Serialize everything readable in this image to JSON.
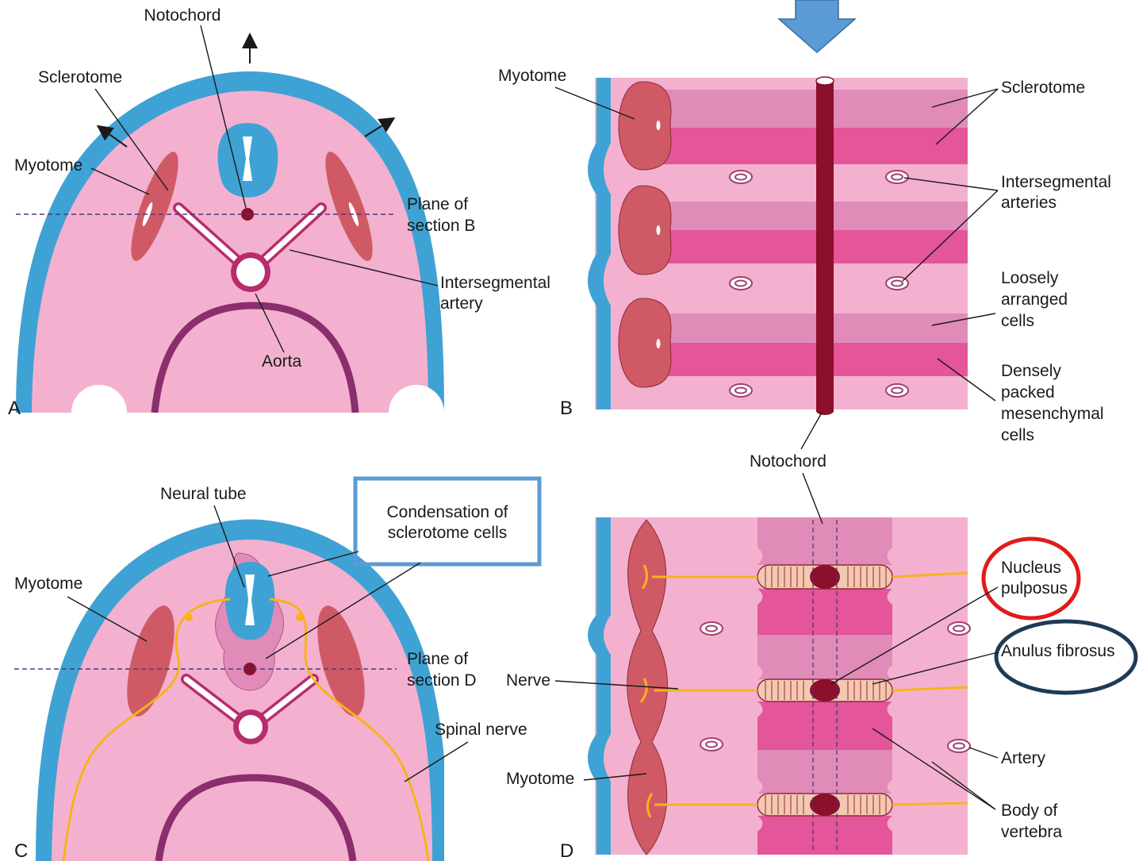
{
  "panels": {
    "a": {
      "letter": "A",
      "labels": {
        "notochord": "Notochord",
        "sclerotome": "Sclerotome",
        "myotome": "Myotome",
        "plane_1": "Plane of",
        "plane_2": "section B",
        "interseg_1": "Intersegmental",
        "interseg_2": "artery",
        "aorta": "Aorta"
      }
    },
    "b": {
      "letter": "B",
      "labels": {
        "myotome": "Myotome",
        "sclerotome": "Sclerotome",
        "interseg_1": "Intersegmental",
        "interseg_2": "arteries",
        "loose_1": "Loosely",
        "loose_2": "arranged",
        "loose_3": "cells",
        "dense_1": "Densely",
        "dense_2": "packed",
        "dense_3": "mesenchymal",
        "dense_4": "cells",
        "notochord": "Notochord"
      }
    },
    "c": {
      "letter": "C",
      "labels": {
        "neural_tube": "Neural tube",
        "condensation_1": "Condensation of",
        "condensation_2": "sclerotome cells",
        "myotome": "Myotome",
        "plane_1": "Plane of",
        "plane_2": "section D",
        "spinal_nerve": "Spinal nerve"
      }
    },
    "d": {
      "letter": "D",
      "labels": {
        "nerve": "Nerve",
        "myotome": "Myotome",
        "nucleus_1": "Nucleus",
        "nucleus_2": "pulposus",
        "anulus": "Anulus fibrosus",
        "artery": "Artery",
        "body_1": "Body of",
        "body_2": "vertebra"
      }
    }
  },
  "colors": {
    "skin": "#3fa2d4",
    "tissue": "#f3b1cf",
    "myotome": "#cf5a66",
    "dense": "#e4559a",
    "loose": "#e08bb8",
    "notochord": "#8c0f2b",
    "nerve": "#f7b21d",
    "gut": "#8a2e6e",
    "highlight_box": "#5b9bd5",
    "red_circle": "#e01b1b",
    "navy_circle": "#1f3a55"
  },
  "icons": [
    "down-arrow-icon"
  ]
}
